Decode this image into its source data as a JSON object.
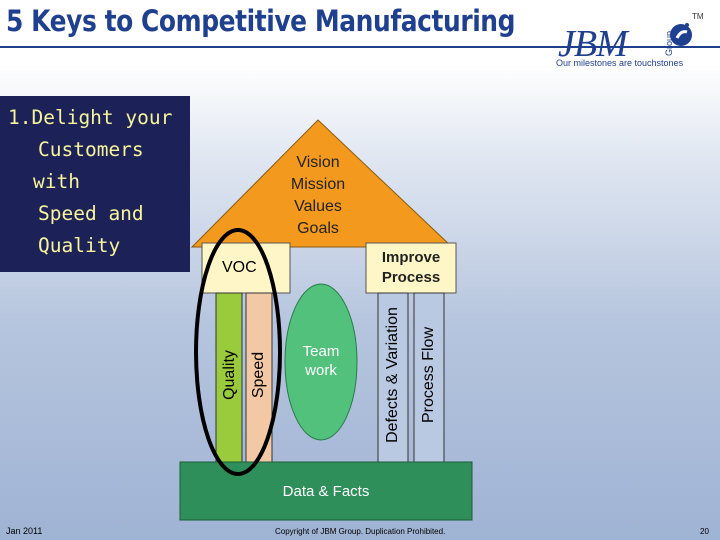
{
  "slide": {
    "title": "5 Keys to Competitive Manufacturing",
    "logo": {
      "text": "JBM",
      "group": "Group",
      "tagline": "Our milestones are touchstones",
      "tm": "TM"
    },
    "callout": {
      "lines": [
        "1.Delight your",
        "Customers",
        "with",
        "Speed and",
        "Quality"
      ]
    },
    "roof": {
      "lines": [
        "Vision",
        "Mission",
        "Values",
        "Goals"
      ]
    },
    "voc": "VOC",
    "improve": {
      "lines": [
        "Improve",
        "Process"
      ]
    },
    "pillars": {
      "quality": "Quality",
      "speed": "Speed",
      "defects": "Defects & Variation",
      "flow": "Process Flow"
    },
    "team": {
      "lines": [
        "Team",
        "work"
      ]
    },
    "base": "Data & Facts",
    "footer": {
      "date": "Jan 2011",
      "copyright": "Copyright of JBM Group. Duplication Prohibited.",
      "page": "20"
    },
    "colors": {
      "title": "#1f3f8f",
      "callout_bg": "#1c2158",
      "callout_text": "#f7f49a",
      "roof": "#f39a1e",
      "quality": "#9acb3c",
      "speed": "#f3c8a4",
      "team": "#52c17c",
      "base": "#2f8f5b",
      "highlight_ring": "#000000"
    }
  }
}
